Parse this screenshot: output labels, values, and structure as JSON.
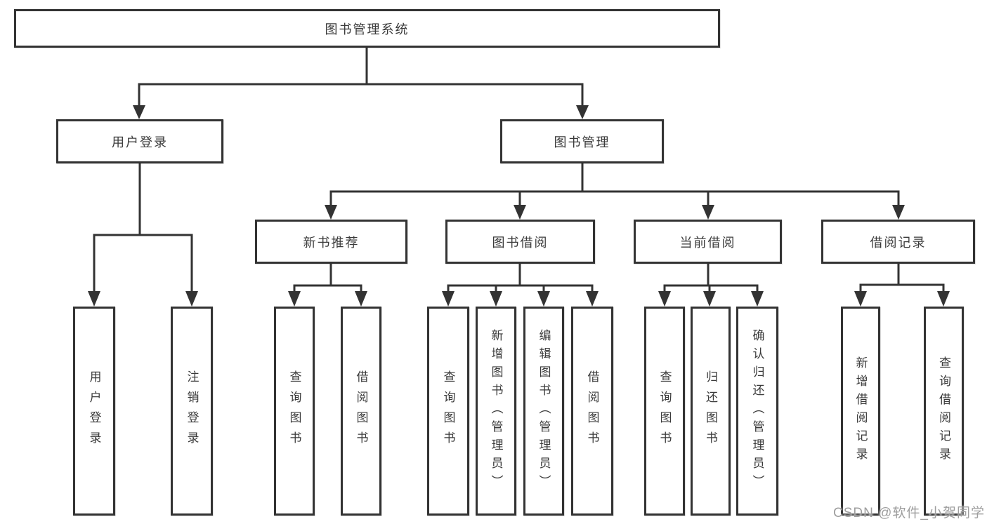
{
  "diagram": {
    "root": "图书管理系统",
    "level2": {
      "user_login": "用户登录",
      "book_mgmt": "图书管理"
    },
    "level3": {
      "new_rec": "新书推荐",
      "book_borrow": "图书借阅",
      "current_borrow": "当前借阅",
      "borrow_records": "借阅记录"
    },
    "leaves": {
      "user_login_1": "用户登录",
      "user_login_2": "注销登录",
      "new_rec_1": "查询图书",
      "new_rec_2": "借阅图书",
      "book_borrow_1": "查询图书",
      "book_borrow_2": "新增图书（管理员）",
      "book_borrow_3": "编辑图书（管理员）",
      "book_borrow_4": "借阅图书",
      "current_borrow_1": "查询图书",
      "current_borrow_2": "归还图书",
      "current_borrow_3": "确认归还（管理员）",
      "borrow_records_1": "新增借阅记录",
      "borrow_records_2": "查询借阅记录"
    }
  },
  "watermark": "CSDN @软件_小贺同学",
  "colors": {
    "line": "#333333",
    "text": "#3a3a3a",
    "background": "#ffffff",
    "watermark": "#9e9e9e"
  }
}
